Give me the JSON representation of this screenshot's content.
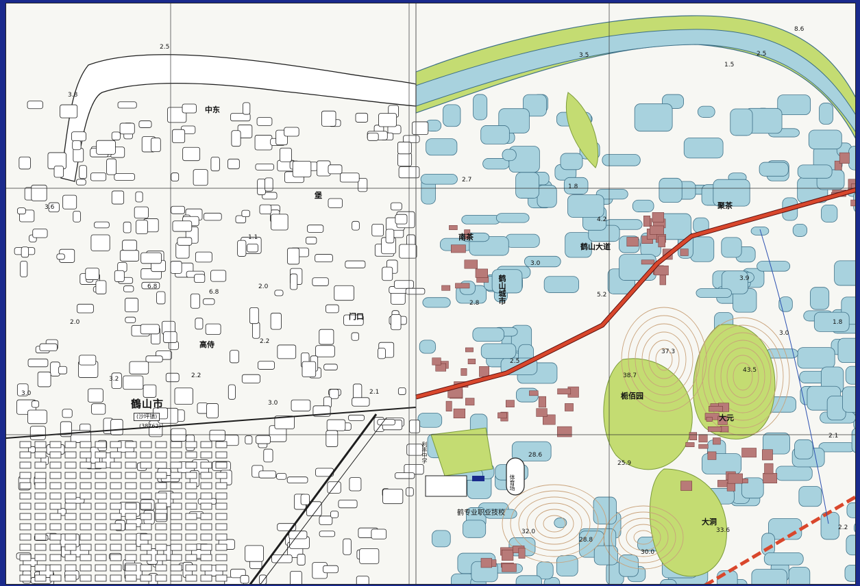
{
  "colors": {
    "paper": "#f7f7f3",
    "water": "#a8d2de",
    "water_edge": "#3d6f86",
    "green": "#c4dc72",
    "building": "#b87a78",
    "railway": "#d9472c",
    "contour": "#c9a27a",
    "ink": "#1e1e1e",
    "frame_bg": "#1a2a8c"
  },
  "labels": {
    "city": "鶴山市",
    "city_sub": "(沙坪镇)",
    "city_code": "(38762)",
    "place_zhongdong": "中东",
    "place_gaoshi": "高侍",
    "place_baoxi": "堡",
    "place_menkou": "门口",
    "place_zhuzhiyuan": "栀佰园",
    "place_heshan_dadao": "鹤山大道",
    "place_heshan_chuan": "鹤山城市",
    "place_nanqiao": "南茶",
    "place_juqiao": "聚茶",
    "place_xixian": "大洞",
    "place_dayuan": "大元",
    "school": "鹤专业职业技校",
    "stadium": "体育场",
    "box_label": "利丰中学"
  },
  "elevations": [
    "3.2",
    "2.0",
    "3.0",
    "1.1",
    "2.2",
    "2.0",
    "6.8",
    "3.0",
    "2.8",
    "5.2",
    "2.5",
    "2.7",
    "4.2",
    "3.0",
    "2.2",
    "3.9",
    "1.8",
    "3.0",
    "2.1",
    "6.8",
    "2.1",
    "3.8",
    "3.6",
    "2.2",
    "1.8",
    "37.3",
    "38.7",
    "28.6",
    "25.9",
    "30.0",
    "33.6",
    "28.8",
    "43.5",
    "32.0",
    "2.5",
    "8.6",
    "3.5",
    "2.5",
    "1.5"
  ]
}
